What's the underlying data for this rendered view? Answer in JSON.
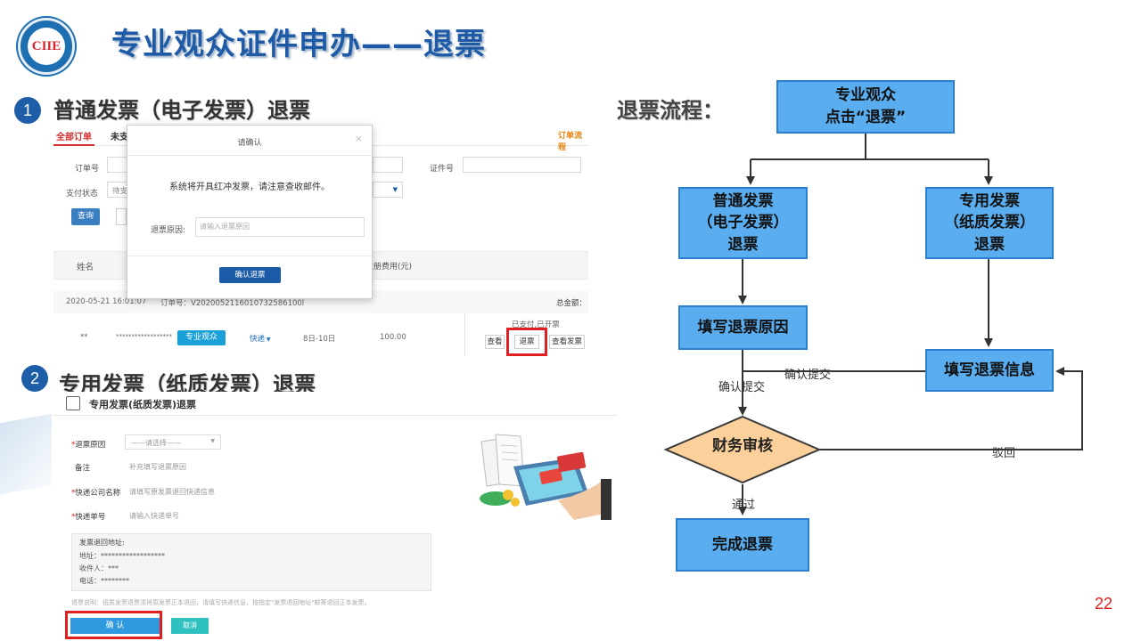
{
  "header": {
    "logo_text": "CIIE",
    "title": "专业观众证件申办——退票"
  },
  "section1": {
    "num": "1",
    "title": "普通发票（电子发票）退票",
    "screenshot": {
      "tabs": {
        "all": "全部订单",
        "unpaid": "未支",
        "flow": "订单流程"
      },
      "filters": {
        "order_no": "订单号",
        "cert_no": "证件号",
        "pay_status": "支付状态",
        "pay_status_value": "待支",
        "query": "查询"
      },
      "table": {
        "name_col": "姓名",
        "fee_col": "注册费用(元)"
      },
      "order": {
        "date": "2020-05-21 16:01:07",
        "order_no": "订单号：V2020052116010732586100l",
        "total_label": "总金额：",
        "name": "**",
        "masked": "******************",
        "tag": "专业观众",
        "delivery": "快递",
        "days": "8日-10日",
        "amount": "100.00",
        "status": "已支付,已开票",
        "view": "查看",
        "refund": "退票",
        "view_invoice": "查看发票"
      },
      "modal": {
        "title": "请确认",
        "close": "×",
        "message": "系统将开具红冲发票，请注意查收邮件。",
        "reason_label": "退票原因:",
        "reason_placeholder": "请输入退票原因",
        "confirm": "确认退票"
      }
    }
  },
  "section2": {
    "num": "2",
    "title": "专用发票（纸质发票）退票",
    "screenshot": {
      "form_title": "专用发票(纸质发票)退票",
      "fields": {
        "reason_label": "退票原因",
        "reason_placeholder": "——请选择——",
        "remark_label": "备注",
        "remark_placeholder": "补充填写退票原因",
        "company_label": "快递公司名称",
        "company_placeholder": "请填写原发票退回快递信息",
        "tracking_label": "快递单号",
        "tracking_placeholder": "请输入快递单号"
      },
      "return_address": {
        "title": "发票退回地址:",
        "address": "地址：******************",
        "receiver": "收件人：***",
        "phone": "电话：********"
      },
      "note": "退票说明：纸质发票退票须将原发票正本退回，请填写快递信息，按指定\"发票退回地址\"邮寄退回正本发票。",
      "confirm": "确 认",
      "cancel": "取消"
    }
  },
  "flowchart": {
    "heading": "退票流程：",
    "start": "专业观众\n点击“退票”",
    "left_branch": "普通发票\n（电子发票）\n退票",
    "right_branch": "专用发票\n（纸质发票）\n退票",
    "fill_reason": "填写退票原因",
    "fill_info": "填写退票信息",
    "confirm_submit_right": "确认提交",
    "confirm_submit_left": "确认提交",
    "review": "财务审核",
    "reject": "驳回",
    "pass": "通过",
    "done": "完成退票"
  },
  "page_number": "22",
  "colors": {
    "title_blue": "#1f5aa6",
    "box_blue": "#5aaef0",
    "diamond": "#fcd09a",
    "highlight_red": "#e02020"
  }
}
